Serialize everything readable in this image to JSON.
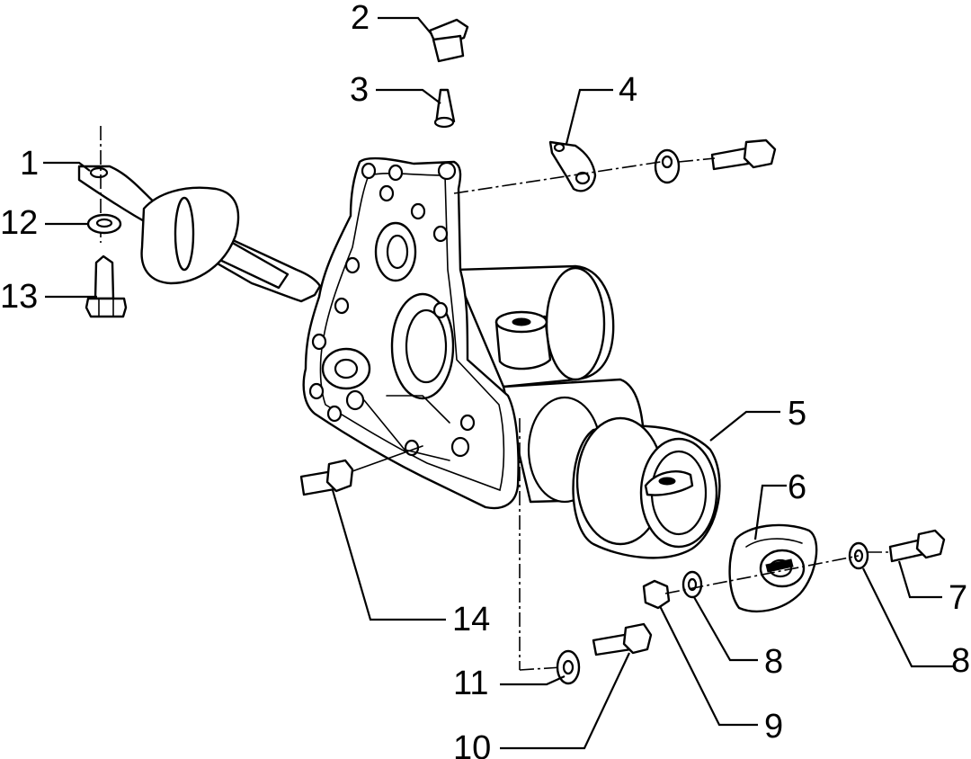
{
  "callouts": [
    {
      "id": "1",
      "label": "1"
    },
    {
      "id": "2",
      "label": "2"
    },
    {
      "id": "3",
      "label": "3"
    },
    {
      "id": "4",
      "label": "4"
    },
    {
      "id": "5",
      "label": "5"
    },
    {
      "id": "6",
      "label": "6"
    },
    {
      "id": "7",
      "label": "7"
    },
    {
      "id": "8a",
      "label": "8"
    },
    {
      "id": "8b",
      "label": "8"
    },
    {
      "id": "9",
      "label": "9"
    },
    {
      "id": "10",
      "label": "10"
    },
    {
      "id": "11",
      "label": "11"
    },
    {
      "id": "12",
      "label": "12"
    },
    {
      "id": "13",
      "label": "13"
    },
    {
      "id": "14",
      "label": "14"
    }
  ],
  "colors": {
    "ink": "#000000",
    "paper": "#ffffff"
  }
}
